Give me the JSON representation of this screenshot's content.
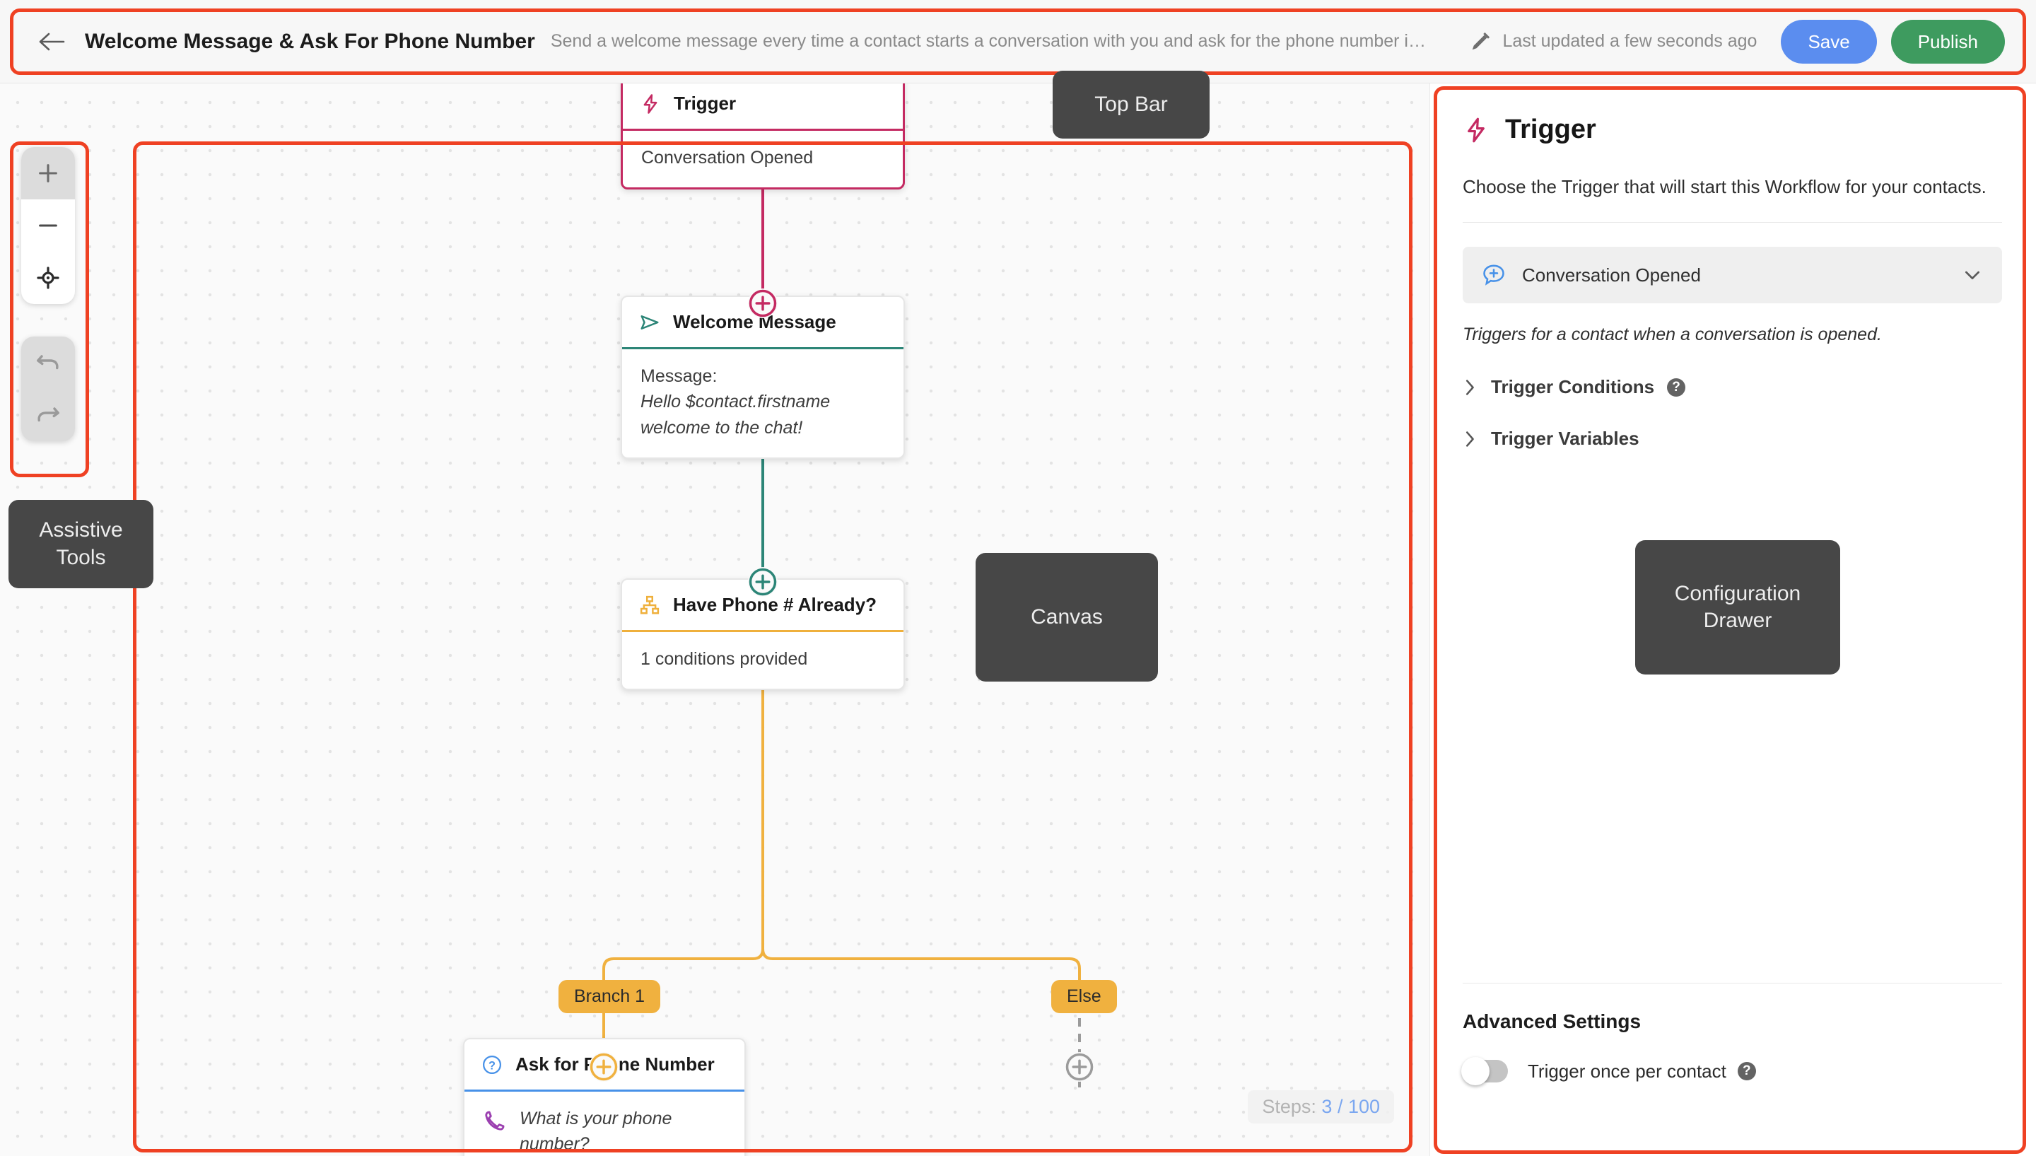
{
  "topbar": {
    "back_icon": "arrow-left-icon",
    "title": "Welcome Message & Ask For Phone Number",
    "description": "Send a welcome message every time a contact starts a conversation with you and ask for the phone number i…",
    "edit_icon": "pencil-icon",
    "last_updated": "Last updated a few seconds ago",
    "save_label": "Save",
    "publish_label": "Publish",
    "save_color": "#5b8def",
    "publish_color": "#3e9b5f"
  },
  "tools": {
    "zoom_in": "+",
    "zoom_out": "−",
    "fit_view": "crosshair-icon",
    "undo": "undo-icon",
    "redo": "redo-icon"
  },
  "canvas": {
    "steps_label": "Steps:",
    "steps_value": "3 / 100",
    "nodes": [
      {
        "id": "trigger",
        "icon": "lightning-icon",
        "title": "Trigger",
        "body": "Conversation Opened",
        "accent": "#c42a62"
      },
      {
        "id": "welcome-message",
        "icon": "send-icon",
        "title": "Welcome Message",
        "body_label": "Message:",
        "body_text": "Hello $contact.firstname welcome to the chat!",
        "accent": "#2c8577"
      },
      {
        "id": "have-phone-already",
        "icon": "branch-icon",
        "title": "Have Phone # Already?",
        "body": "1 conditions provided",
        "accent": "#efb03c"
      },
      {
        "id": "ask-for-phone-number",
        "icon": "question-circle-icon",
        "title": "Ask for Phone Number",
        "body_icon": "phone-icon",
        "body_text": "What is your phone number?",
        "accent": "#4791e8"
      }
    ],
    "branches": [
      {
        "label": "Branch 1"
      },
      {
        "label": "Else"
      }
    ]
  },
  "drawer": {
    "icon": "lightning-icon",
    "title": "Trigger",
    "subtitle": "Choose the Trigger that will start this Workflow for your contacts.",
    "selected_trigger": "Conversation Opened",
    "selected_trigger_icon": "chat-plus-icon",
    "chevron_icon": "chevron-down-icon",
    "note": "Triggers for a contact when a conversation is opened.",
    "accordions": [
      {
        "label": "Trigger Conditions",
        "has_help": true
      },
      {
        "label": "Trigger Variables",
        "has_help": false
      }
    ],
    "advanced_title": "Advanced Settings",
    "toggle_label": "Trigger once per contact",
    "toggle_state": "off",
    "help_glyph": "?"
  },
  "annotations": {
    "highlight_color": "#ef4123",
    "tags": [
      {
        "id": "top-bar",
        "label": "Top Bar"
      },
      {
        "id": "assistive-tools",
        "label": "Assistive\nTools"
      },
      {
        "id": "canvas",
        "label": "Canvas"
      },
      {
        "id": "configuration-drawer",
        "label": "Configuration\nDrawer"
      }
    ]
  }
}
